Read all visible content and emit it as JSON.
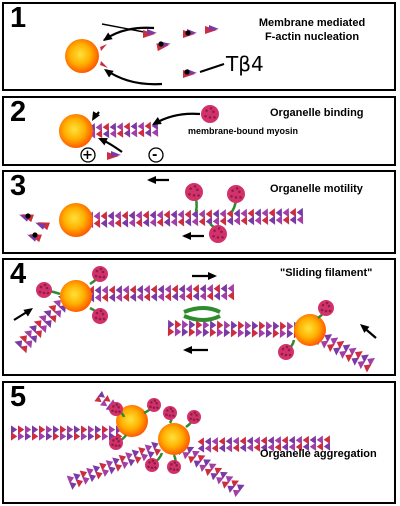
{
  "panels": [
    {
      "number": "1",
      "title_line1": "Membrane mediated",
      "title_line2": "F-actin nucleation",
      "label": "Tβ4"
    },
    {
      "number": "2",
      "title": "Organelle binding",
      "sublabel": "membrane-bound myosin",
      "plus": "+",
      "minus": "-"
    },
    {
      "number": "3",
      "title": "Organelle motility"
    },
    {
      "number": "4",
      "title": "\"Sliding filament\""
    },
    {
      "number": "5",
      "title": "Organelle aggregation"
    }
  ],
  "colors": {
    "filament_purple": "#7a3aa6",
    "filament_red": "#cc2d3f",
    "filament_violet": "#a23ea8",
    "organelle_core": "#ffe23a",
    "organelle_edge": "#ff5a00",
    "myosin": "#d3316b",
    "myosin_tail": "#2e8b2e",
    "outline": "#000000"
  },
  "icons": [
    "organelle",
    "actin-monomer",
    "myosin-head",
    "arrow"
  ]
}
